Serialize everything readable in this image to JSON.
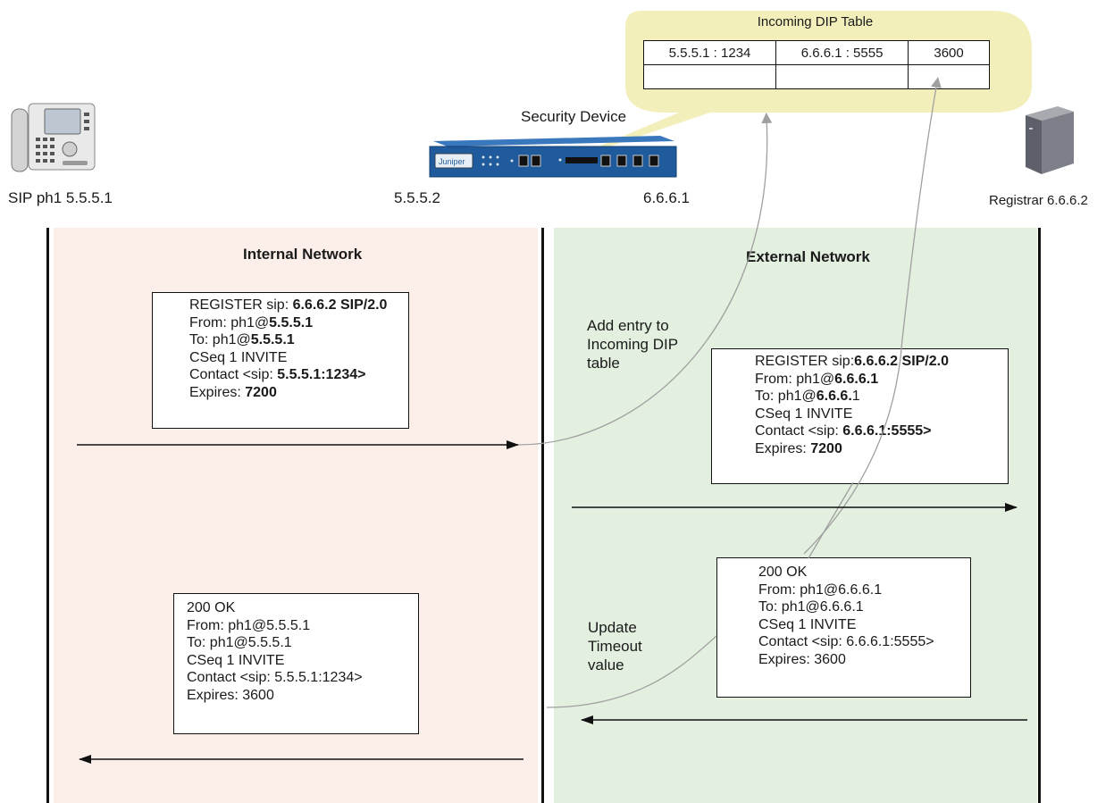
{
  "dip_table": {
    "title": "Incoming DIP Table",
    "rows": [
      [
        "5.5.5.1 : 1234",
        "6.6.6.1 : 5555",
        "3600"
      ],
      [
        "",
        "",
        ""
      ]
    ]
  },
  "devices": {
    "phone_label": "SIP ph1 5.5.5.1",
    "security_device_label": "Security Device",
    "security_device_brand": "Juniper",
    "internal_ip": "5.5.5.2",
    "external_ip": "6.6.6.1",
    "registrar_label": "Registrar 6.6.6.2"
  },
  "zones": {
    "internal": "Internal Network",
    "external": "External Network"
  },
  "annotations": {
    "add_entry": [
      "Add entry to",
      "Incoming DIP",
      "table"
    ],
    "update_timeout": [
      "Update",
      "Timeout",
      "value"
    ]
  },
  "messages": {
    "register_internal": [
      {
        "plain": "REGISTER sip: ",
        "bold": "6.6.6.2 SIP/2.0"
      },
      {
        "plain": "From: ph1@",
        "bold": "5.5.5.1"
      },
      {
        "plain": "To: ph1@",
        "bold": "5.5.5.1"
      },
      {
        "plain": "CSeq 1 INVITE",
        "bold": ""
      },
      {
        "plain": "Contact <sip: ",
        "bold": "5.5.5.1:1234>"
      },
      {
        "plain": "Expires: ",
        "bold": "7200"
      }
    ],
    "register_external": [
      {
        "plain": "REGISTER sip:",
        "bold": "6.6.6.2 SIP/2.0"
      },
      {
        "plain": "From: ph1@",
        "bold": "6.6.6.1"
      },
      {
        "plain": "To: ph1@",
        "bold": "6.6.6.",
        "tail": "1"
      },
      {
        "plain": "CSeq 1 INVITE",
        "bold": ""
      },
      {
        "plain": "Contact <sip: ",
        "bold": "6.6.6.1:5555>"
      },
      {
        "plain": "Expires: ",
        "bold": "7200"
      }
    ],
    "ok_external": [
      "200 OK",
      "From: ph1@6.6.6.1",
      "To: ph1@6.6.6.1",
      "CSeq 1 INVITE",
      "Contact <sip: 6.6.6.1:5555>",
      "Expires: 3600"
    ],
    "ok_internal": [
      "200 OK",
      "From: ph1@5.5.5.1",
      "To: ph1@5.5.5.1",
      "CSeq 1 INVITE",
      "Contact <sip: 5.5.5.1:1234>",
      "Expires: 3600"
    ]
  },
  "colors": {
    "internal_zone": "#fcefea",
    "external_zone": "#e3efdf",
    "callout": "#f3efbb",
    "device_blue": "#1f5a9c",
    "connector_grey": "#a0a0a0"
  }
}
